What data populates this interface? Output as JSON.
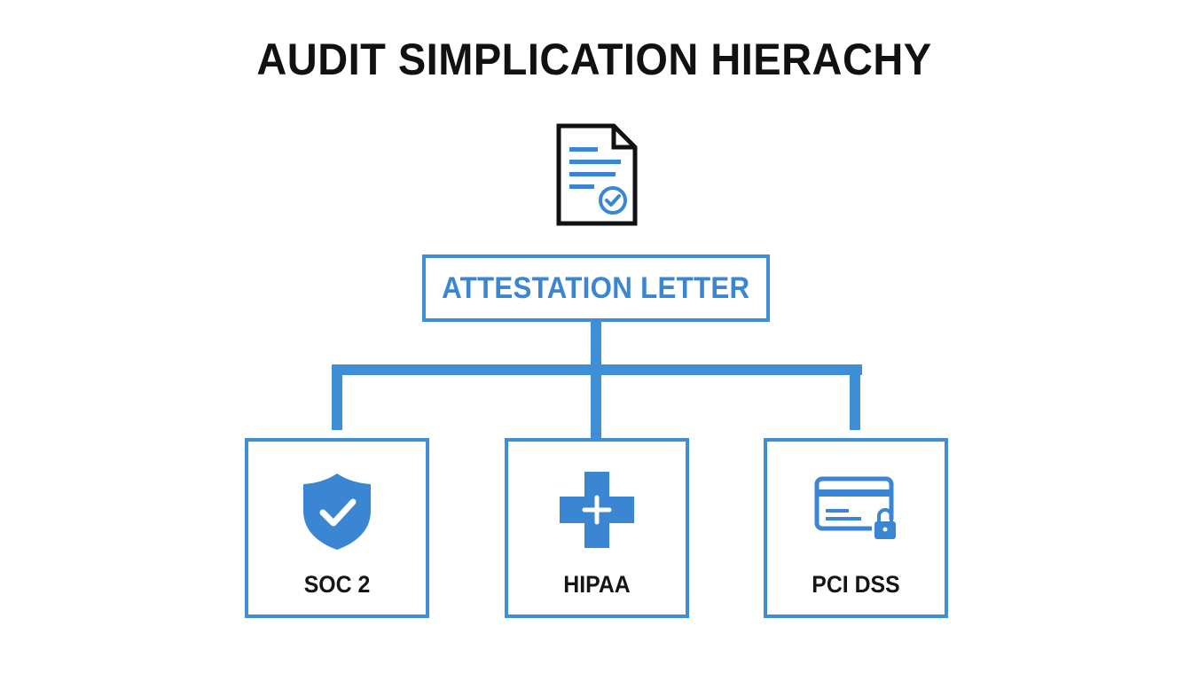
{
  "title": "AUDIT SIMPLICATION HIERACHY",
  "colors": {
    "accent": "#3f8fd6",
    "text": "#111111",
    "background": "#ffffff"
  },
  "icons": {
    "top": "document-check-icon"
  },
  "root": {
    "label": "ATTESTATION LETTER"
  },
  "children": [
    {
      "label": "SOC 2",
      "icon": "shield-check-icon"
    },
    {
      "label": "HIPAA",
      "icon": "medical-cross-icon"
    },
    {
      "label": "PCI DSS",
      "icon": "credit-card-lock-icon"
    }
  ]
}
